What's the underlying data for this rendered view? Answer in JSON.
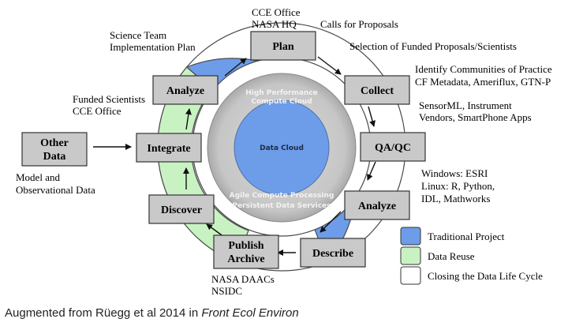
{
  "core": {
    "center": "Data Cloud",
    "top_line1": "High Performance",
    "top_line2": "Compute Cloud",
    "bottom_line1": "Agile Compute Processing",
    "bottom_line2": "Persistent Data Services"
  },
  "boxes": {
    "plan": "Plan",
    "collect": "Collect",
    "qaqc": "QA/QC",
    "analyze_right": "Analyze",
    "describe": "Describe",
    "publish_line1": "Publish",
    "publish_line2": "Archive",
    "discover": "Discover",
    "integrate": "Integrate",
    "analyze_left": "Analyze",
    "other_line1": "Other",
    "other_line2": "Data"
  },
  "notes": {
    "plan_actors_1": "CCE Office",
    "plan_actors_2": "NASA HQ",
    "calls": "Calls for Proposals",
    "selection": "Selection of Funded Proposals/Scientists",
    "science_team_1": "Science Team",
    "science_team_2": "Implementation Plan",
    "funded_1": "Funded Scientists",
    "funded_2": "CCE Office",
    "communities_1": "Identify Communities of Practice",
    "communities_2": "CF Metadata, Ameriflux, GTN-P",
    "sensor_1": "SensorML, Instrument",
    "sensor_2": "Vendors, SmartPhone Apps",
    "model_1": "Model and",
    "model_2": "Observational Data",
    "tools_1": "Windows: ESRI",
    "tools_2": "Linux: R, Python,",
    "tools_3": "IDL, Mathworks",
    "daacs_1": "NASA DAACs",
    "daacs_2": "NSIDC"
  },
  "legend": [
    {
      "label": "Traditional Project",
      "color": "#6d9de9"
    },
    {
      "label": "Data Reuse",
      "color": "#c9f2c3"
    },
    {
      "label": "Closing the Data Life Cycle",
      "color": "#ffffff"
    }
  ],
  "caption": {
    "prefix": "Augmented from Rüegg et al 2014 in ",
    "journal": "Front Ecol Environ"
  },
  "colors": {
    "traditional": "#6d9de9",
    "reuse": "#c9f2c3",
    "box_fill": "#c9c9c9",
    "outer_gray": "#c8c8c8",
    "core_blue": "#6d9de9"
  }
}
